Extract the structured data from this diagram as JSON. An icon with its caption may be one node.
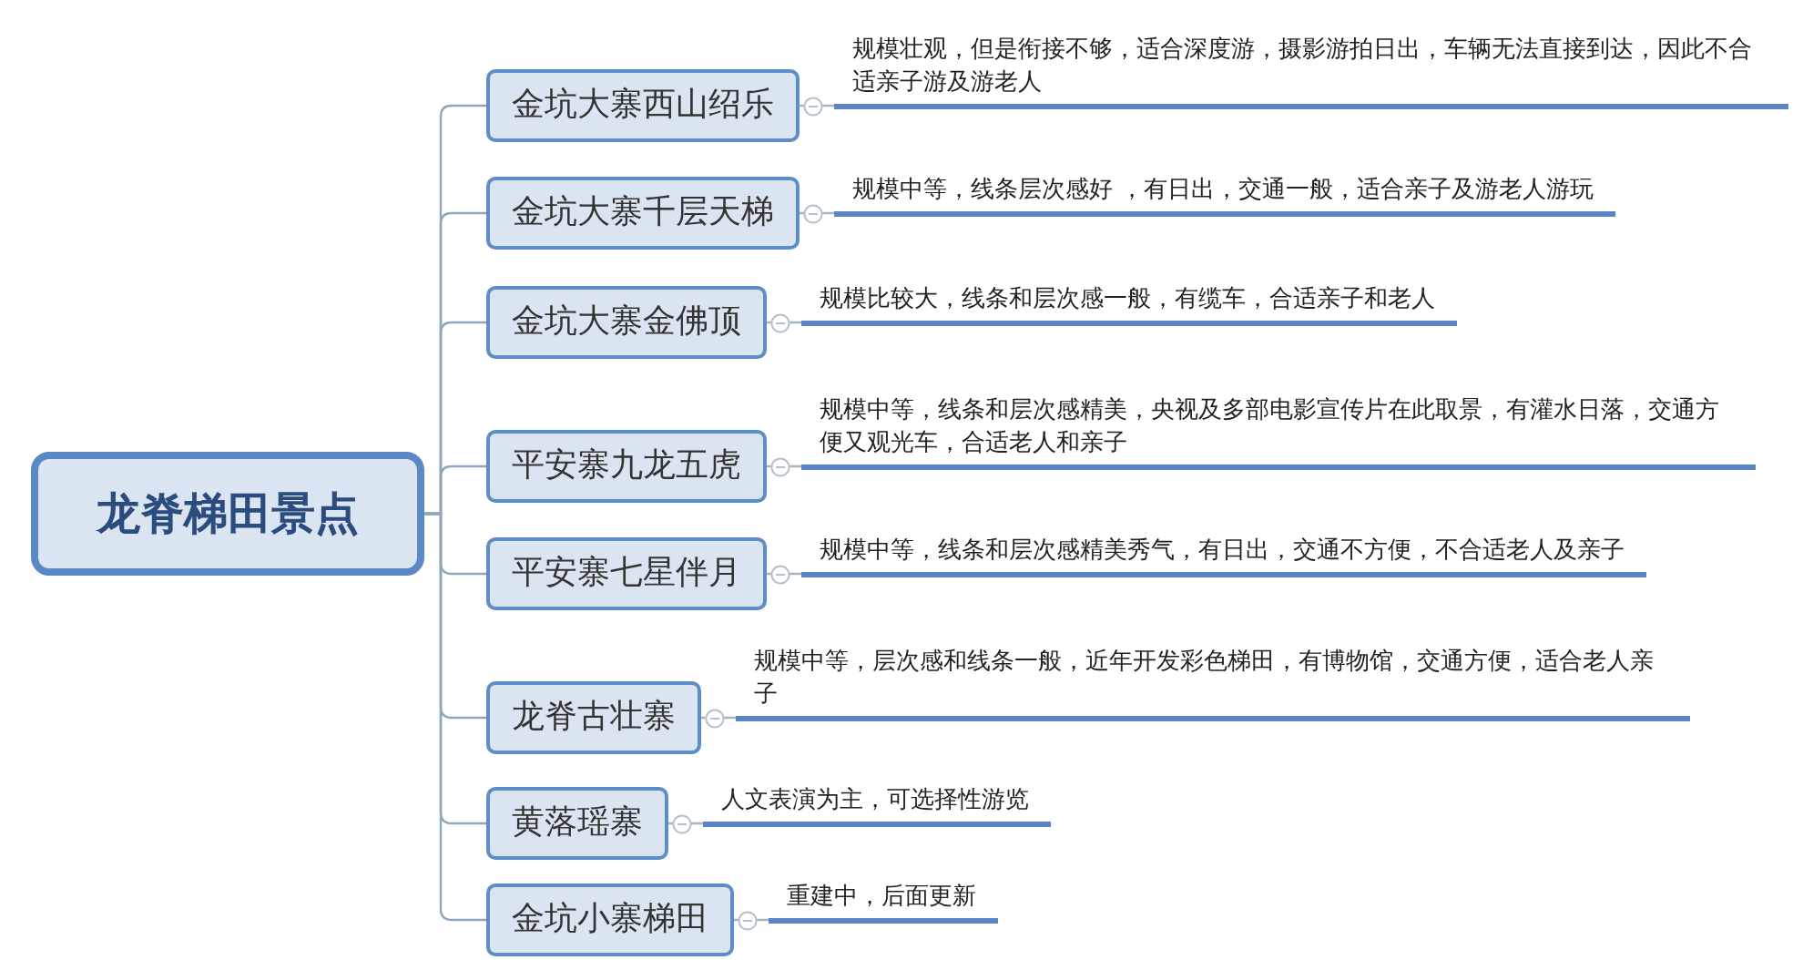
{
  "diagram": {
    "nodes": [
      {
        "text": [
          "龙脊梯田景点"
        ]
      },
      {
        "text": [
          "金坑大寨西山绍乐"
        ]
      },
      {
        "text": [
          "规模壮观，但是衔接不够，适合深度游，摄影游拍日出，车辆无法直接到达，因此不合适亲子游及游老人"
        ]
      },
      {
        "text": [
          "金坑大寨千层天梯"
        ]
      },
      {
        "text": [
          "规模中等，线条层次感好 ，有日出，交通一般，适合亲子及游老人游玩"
        ]
      },
      {
        "text": [
          "金坑大寨金佛顶"
        ]
      },
      {
        "text": [
          "规模比较大，线条和层次感一般，有缆车，合适亲子和老人"
        ]
      },
      {
        "text": [
          "平安寨九龙五虎"
        ]
      },
      {
        "text": [
          "规模中等，线条和层次感精美，央视及多部电影宣传片在此取景，有灌水日落，交通方便又观光车，合适老人和亲子"
        ]
      },
      {
        "text": [
          "平安寨七星伴月"
        ]
      },
      {
        "text": [
          "规模中等，线条和层次感精美秀气，有日出，交通不方便，不合适老人及亲子"
        ]
      },
      {
        "text": [
          "龙脊古壮寨"
        ]
      },
      {
        "text": [
          "规模中等，层次感和线条一般，近年开发彩色梯田，有博物馆，交通方便，适合老人亲子"
        ]
      },
      {
        "text": [
          "黄落瑶寨"
        ]
      },
      {
        "text": [
          "人文表演为主，可选择性游览"
        ]
      },
      {
        "text": [
          "金坑小寨梯田"
        ]
      },
      {
        "text": [
          "重建中，后面更新"
        ]
      }
    ],
    "edges": [
      {
        "from": 0,
        "to": 1,
        "arrow": "none"
      },
      {
        "from": 1,
        "to": 2,
        "arrow": "none"
      },
      {
        "from": 0,
        "to": 3,
        "arrow": "none"
      },
      {
        "from": 3,
        "to": 4,
        "arrow": "none"
      },
      {
        "from": 0,
        "to": 5,
        "arrow": "none"
      },
      {
        "from": 5,
        "to": 6,
        "arrow": "none"
      },
      {
        "from": 0,
        "to": 7,
        "arrow": "none"
      },
      {
        "from": 7,
        "to": 8,
        "arrow": "none"
      },
      {
        "from": 0,
        "to": 9,
        "arrow": "none"
      },
      {
        "from": 9,
        "to": 10,
        "arrow": "none"
      },
      {
        "from": 0,
        "to": 11,
        "arrow": "none"
      },
      {
        "from": 11,
        "to": 12,
        "arrow": "none"
      },
      {
        "from": 0,
        "to": 13,
        "arrow": "none"
      },
      {
        "from": 13,
        "to": 14,
        "arrow": "none"
      },
      {
        "from": 0,
        "to": 15,
        "arrow": "none"
      },
      {
        "from": 15,
        "to": 16,
        "arrow": "none"
      }
    ]
  }
}
